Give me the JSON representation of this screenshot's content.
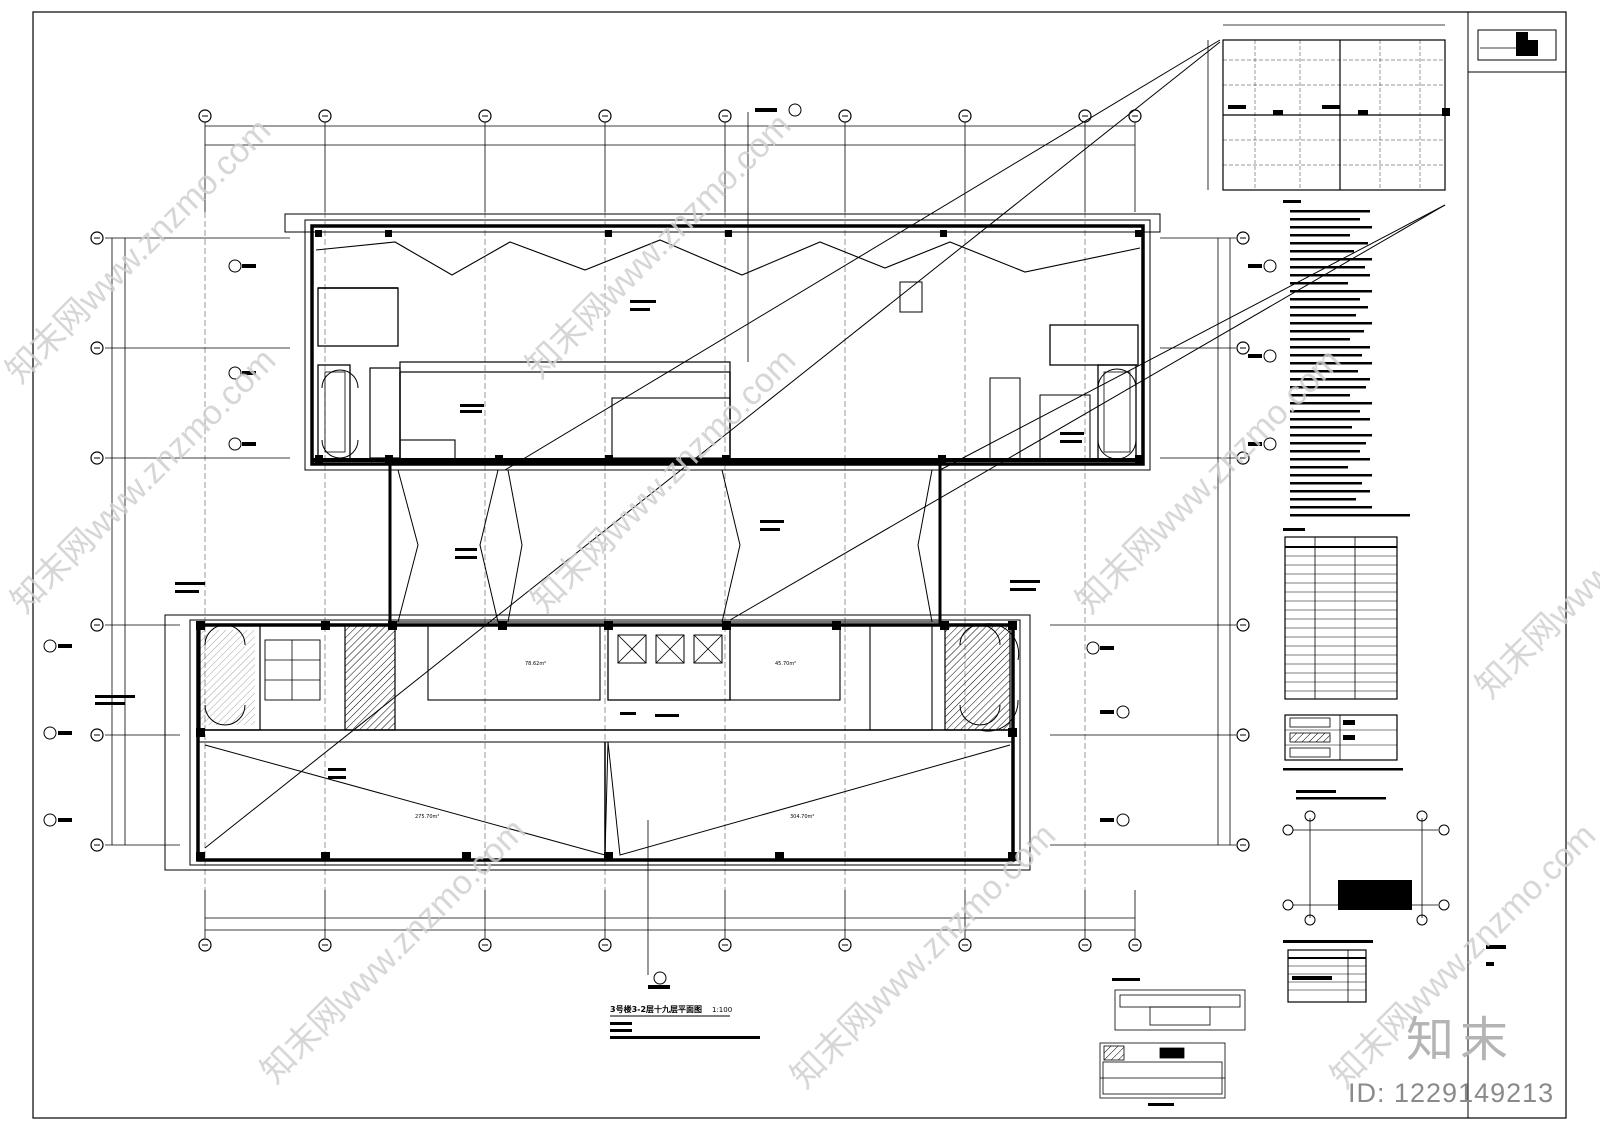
{
  "watermark": {
    "site_text": "知末网www.znzmo.com",
    "brand": "知末",
    "id_text": "ID: 1229149213"
  },
  "drawing": {
    "title": "3号楼3-2层十九层平面图",
    "scale": "1:100",
    "room_areas": [
      "78.62m²",
      "45.70m²",
      "275.70m²",
      "304.70m²"
    ]
  }
}
